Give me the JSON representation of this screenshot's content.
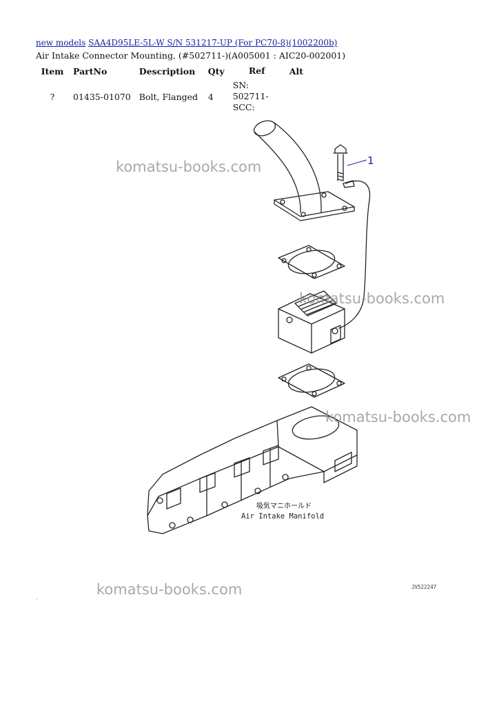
{
  "breadcrumb": {
    "link1": "new models",
    "link2": "SAA4D95LE-5L-W S/N 531217-UP (For PC70-8)(1002200b)"
  },
  "subtitle": "Air Intake Connector Mounting, (#502711-)(A005001 : AIC20-002001)",
  "table": {
    "headers": [
      "Item",
      "PartNo",
      "Description",
      "Qty",
      "Ref",
      "Alt"
    ],
    "rows": [
      {
        "item": "?",
        "part_no": "01435-01070",
        "description": "Bolt, Flanged",
        "qty": "4",
        "ref": "SN: 502711-SCC:",
        "alt": ""
      }
    ]
  },
  "drawing": {
    "callout": "1",
    "label_jp": "吸気マニホールド",
    "label_en": "Air Intake Manifold",
    "code": "JV522247"
  },
  "watermarks": [
    "komatsu-books.com",
    "komatsu-books.com",
    "komatsu-books.com",
    "komatsu-books.com"
  ],
  "colors": {
    "link": "#1a1aa6",
    "callout": "#1a1aa6",
    "watermark": "#9a9a9a"
  }
}
